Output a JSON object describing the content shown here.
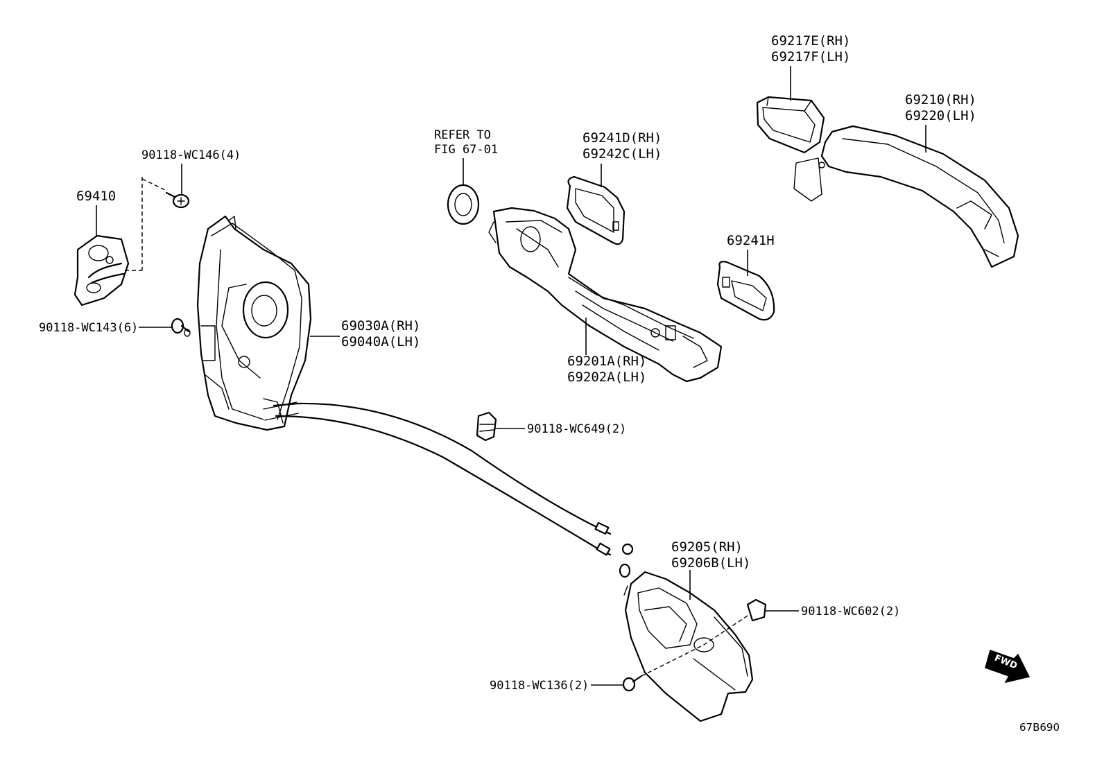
{
  "diagram_code": "67B690",
  "fwd_label": "FWD",
  "callouts": {
    "p69217": [
      "69217E(RH)",
      "69217F(LH)"
    ],
    "p69210": [
      "69210(RH)",
      "69220(LH)"
    ],
    "refer": [
      "REFER TO",
      "FIG 67-01"
    ],
    "p69241D": [
      "69241D(RH)",
      "69242C(LH)"
    ],
    "p90118_wc146": "90118-WC146(4)",
    "p69410": "69410",
    "p69241H": "69241H",
    "p90118_wc143": "90118-WC143(6)",
    "p69030": [
      "69030A(RH)",
      "69040A(LH)"
    ],
    "p69201": [
      "69201A(RH)",
      "69202A(LH)"
    ],
    "p90118_wc649": "90118-WC649(2)",
    "p69205": [
      "69205(RH)",
      "69206B(LH)"
    ],
    "p90118_wc602": "90118-WC602(2)",
    "p90118_wc136": "90118-WC136(2)"
  }
}
